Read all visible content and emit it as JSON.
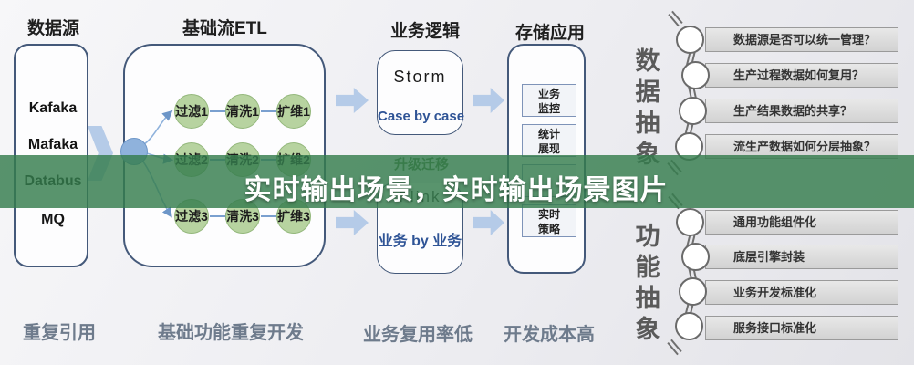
{
  "banner": {
    "text": "实时输出场景，实时输出场景图片"
  },
  "flow": {
    "datasource": {
      "title": "数据源",
      "items": [
        "Kafaka",
        "Mafaka",
        "Databus",
        "MQ"
      ],
      "footer": "重复引用"
    },
    "etl": {
      "title": "基础流ETL",
      "rows": [
        [
          "过滤1",
          "清洗1",
          "扩维1"
        ],
        [
          "过滤2",
          "清洗2",
          "扩维2"
        ],
        [
          "过滤3",
          "清洗3",
          "扩维3"
        ]
      ],
      "footer": "基础功能重复开发"
    },
    "logic": {
      "title": "业务逻辑",
      "storm_name": "Storm",
      "storm_caption": "Case by case",
      "migration": "升级迁移",
      "flink_name": "Flink",
      "flink_caption": "业务 by 业务",
      "footer": "业务复用率低"
    },
    "storage": {
      "title": "存储应用",
      "boxes": [
        {
          "line1": "业务",
          "line2": "监控"
        },
        {
          "line1": "统计",
          "line2": "展现"
        },
        {
          "line1": "",
          "line2": ""
        },
        {
          "line1": "实时",
          "line2": "策略"
        }
      ],
      "footer": "开发成本高"
    }
  },
  "abstraction_groups": [
    {
      "title": "数据抽象",
      "items": [
        "数据源是否可以统一管理？",
        "生产过程数据如何复用？",
        "生产结果数据的共享？",
        "流生产数据如何分层抽象？"
      ]
    },
    {
      "title": "功能抽象",
      "items": [
        "通用功能组件化",
        "底层引擎封装",
        "业务开发标准化",
        "服务接口标准化"
      ]
    }
  ],
  "colors": {
    "banner_green": "#347c4d",
    "node_green": "#b7d3a0",
    "arrow_blue": "#b5cbe8",
    "panel_border": "#44597a",
    "engine_caption_blue": "#2f5496"
  }
}
